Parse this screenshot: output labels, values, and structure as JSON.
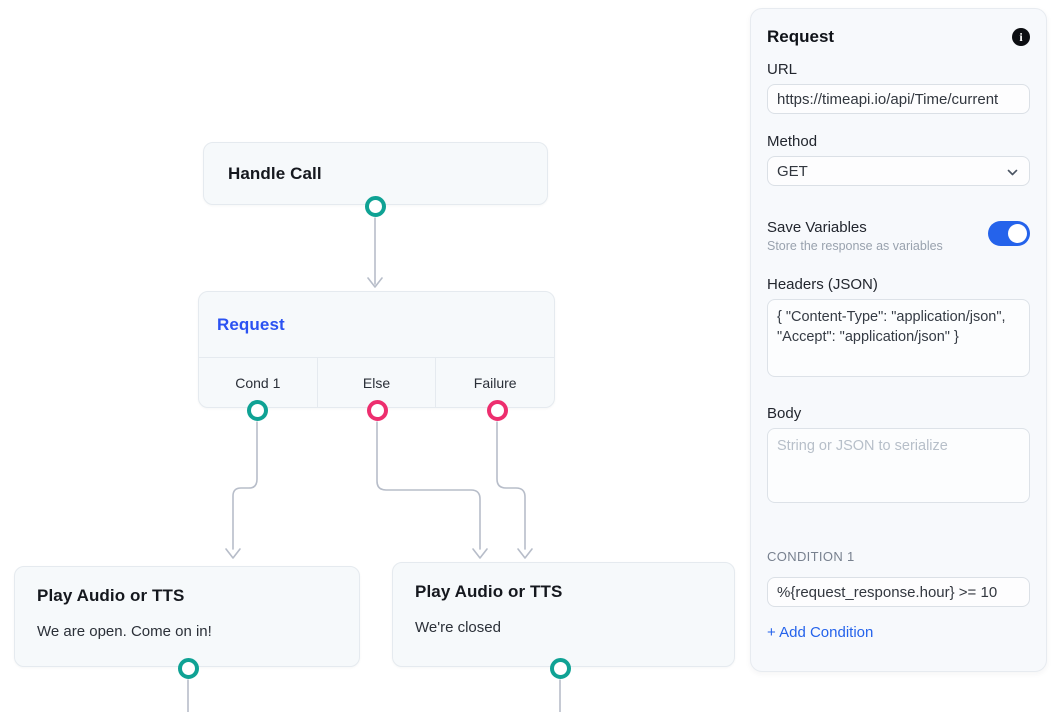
{
  "colors": {
    "teal": "#0fa294",
    "pink": "#ed2e6e",
    "accent_blue": "#2563eb",
    "node_title_blue": "#2b52f2",
    "edge": "#b7bdc9",
    "node_bg": "#f6f9fb",
    "node_border": "#e5eaef",
    "panel_bg": "#f7f9fc",
    "panel_border": "#e7ebf0"
  },
  "canvas": {
    "nodes": {
      "handle_call": {
        "title": "Handle Call"
      },
      "request": {
        "title": "Request",
        "ports": [
          {
            "label": "Cond 1",
            "color": "teal"
          },
          {
            "label": "Else",
            "color": "pink"
          },
          {
            "label": "Failure",
            "color": "pink"
          }
        ]
      },
      "play_open": {
        "title": "Play Audio or TTS",
        "subtitle": "We are open. Come on in!"
      },
      "play_closed": {
        "title": "Play Audio or TTS",
        "subtitle": "We're closed"
      }
    }
  },
  "panel": {
    "title": "Request",
    "info_icon": "info-icon",
    "url": {
      "label": "URL",
      "value": "https://timeapi.io/api/Time/current"
    },
    "method": {
      "label": "Method",
      "value": "GET",
      "chevron_icon": "chevron-down-icon"
    },
    "save_variables": {
      "label": "Save Variables",
      "description": "Store the response as variables",
      "enabled": true
    },
    "headers": {
      "label": "Headers (JSON)",
      "value": "{ \"Content-Type\": \"application/json\", \"Accept\": \"application/json\" }"
    },
    "body": {
      "label": "Body",
      "placeholder": "String or JSON to serialize"
    },
    "condition": {
      "label": "CONDITION 1",
      "value": "%{request_response.hour} >= 10"
    },
    "add_condition_label": "+ Add Condition"
  }
}
